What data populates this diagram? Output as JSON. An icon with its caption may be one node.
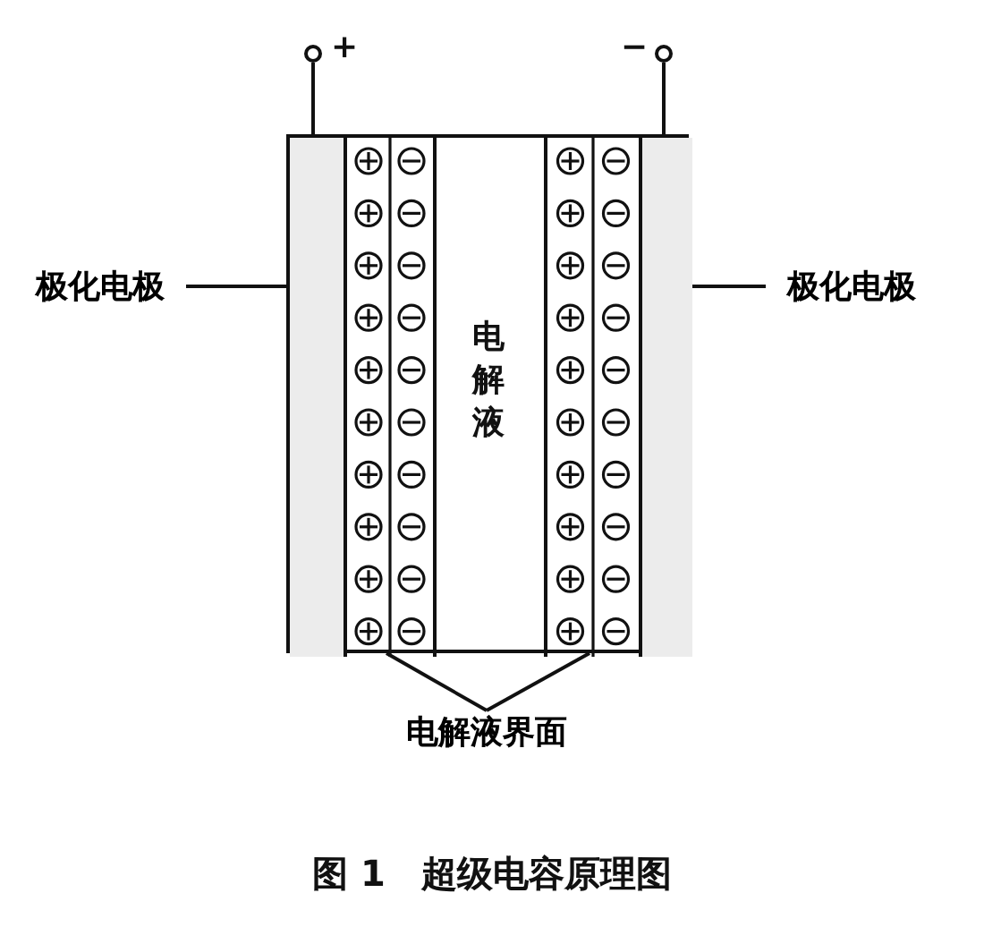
{
  "diagram": {
    "caption": "图 1　超级电容原理图",
    "nodes": [
      {
        "text": [
          "电解液"
        ]
      },
      {
        "text": [],
        "shape": "bar",
        "in": 0
      },
      {
        "text": [],
        "shape": "bar",
        "in": 0
      },
      {
        "text": [],
        "shape": "bar",
        "in": 0
      },
      {
        "text": [],
        "shape": "bar",
        "in": 0
      },
      {
        "text": [
          "极化电极"
        ]
      },
      {
        "text": [
          "极化电极"
        ]
      },
      {
        "text": [],
        "shape": "circle",
        "beside": [
          "+"
        ]
      },
      {
        "text": [],
        "shape": "circle",
        "beside": [
          "−"
        ]
      },
      {
        "text": [
          "电解液界面"
        ]
      }
    ],
    "edges": [
      {
        "from": 5,
        "to": 1,
        "arrow": "none"
      },
      {
        "from": 6,
        "to": 4,
        "arrow": "none"
      },
      {
        "from": 7,
        "to": 1,
        "arrow": "none"
      },
      {
        "from": 8,
        "to": 4,
        "arrow": "none"
      },
      {
        "from": 9,
        "to": 2,
        "arrow": "none"
      },
      {
        "from": 9,
        "to": 3,
        "arrow": "none"
      }
    ]
  }
}
